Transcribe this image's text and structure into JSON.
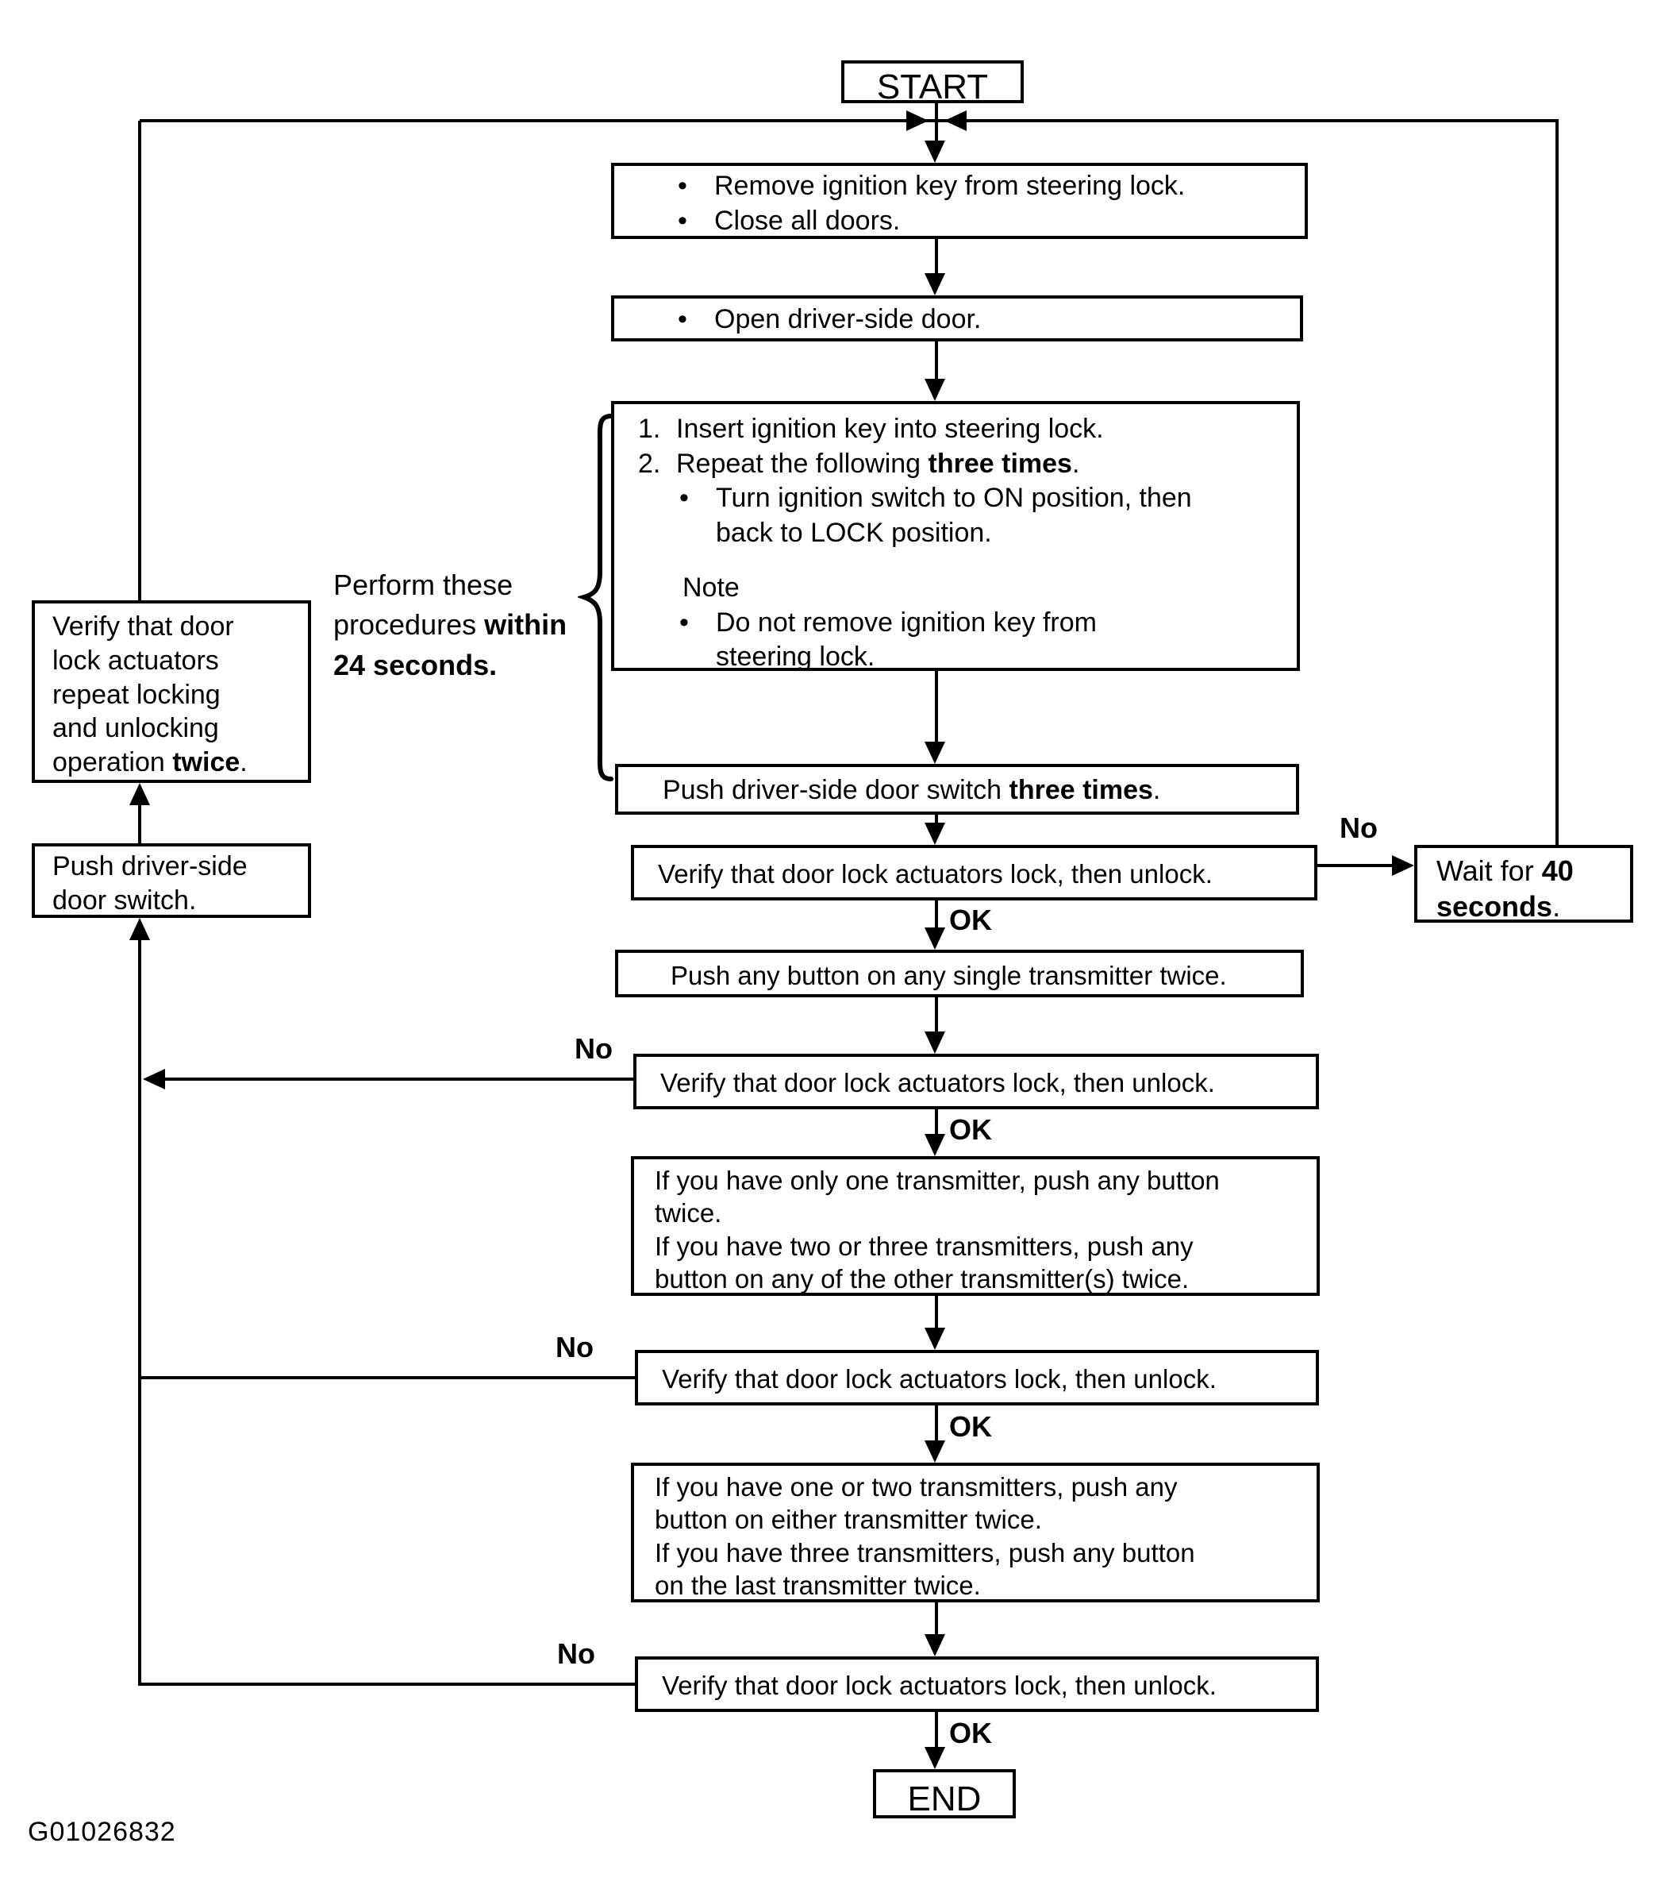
{
  "figure_code": "G01026832",
  "glyphs": {
    "bullet": "•"
  },
  "labels": {
    "no": "No",
    "ok": "OK"
  },
  "colors": {
    "ink": "#000000",
    "paper": "#ffffff"
  },
  "flow": {
    "start": "START",
    "prep": {
      "items": [
        "Remove ignition key from steering lock.",
        "Close all doors."
      ]
    },
    "open_door": "Open driver-side door.",
    "key_cycle": {
      "step1_num": "1.",
      "step1": "Insert ignition key into steering lock.",
      "step2_num": "2.",
      "step2_pre": "Repeat the following ",
      "step2_bold": "three times",
      "step2_end": ".",
      "turn_line1": "Turn ignition switch to ON position, then",
      "turn_line2": "back to LOCK position.",
      "note_title": "Note",
      "note_line1": "Do not remove ignition key from",
      "note_line2": "steering lock."
    },
    "timing_note": {
      "line1": "Perform these",
      "line2": "procedures ",
      "line2_bold": "within",
      "line3_bold": "24 seconds."
    },
    "push_door_three": {
      "pre": "Push driver-side door switch ",
      "bold": "three times",
      "end": "."
    },
    "verify_lock_unlock": "Verify that door lock actuators lock, then unlock.",
    "wait40": {
      "pre": "Wait for ",
      "bold_num": "40",
      "bold_word": "seconds",
      "end": "."
    },
    "push_any_single": "Push any button on any single transmitter twice.",
    "one_transmitter": {
      "lines": [
        "If you have only one transmitter, push any button",
        "twice.",
        "If you have two or three transmitters, push any",
        "button on any of the other transmitter(s) twice."
      ]
    },
    "one_or_two": {
      "lines": [
        "If you have one or two transmitters, push any",
        "button on either transmitter twice.",
        "If you have three transmitters, push any button",
        "on the last transmitter twice."
      ]
    },
    "left_verify": {
      "lines": [
        "Verify that door",
        "lock actuators",
        "repeat locking",
        "and unlocking"
      ],
      "last_pre": "operation ",
      "last_bold": "twice",
      "last_end": "."
    },
    "left_push": {
      "lines": [
        "Push driver-side",
        "door switch."
      ]
    },
    "end": "END"
  }
}
